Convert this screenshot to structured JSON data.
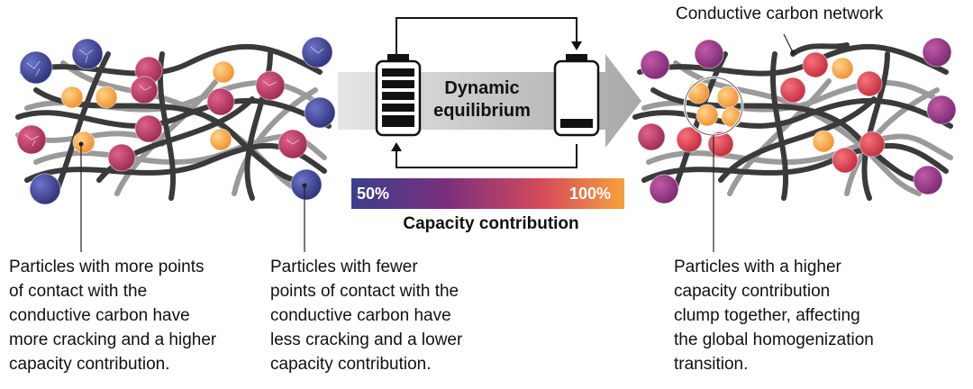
{
  "labels": {
    "network": "Conductive carbon network",
    "arrow": "Dynamic\nequilibrium",
    "colorbar_min": "50%",
    "colorbar_max": "100%",
    "colorbar_title": "Capacity contribution"
  },
  "captions": {
    "left": "Particles with more points\nof contact with the\nconductive carbon have\nmore cracking and a higher\ncapacity contribution.",
    "middle": "Particles with fewer\npoints of contact with the\nconductive carbon have\nless cracking and a lower\ncapacity contribution.",
    "right": "Particles with a higher\ncapacity contribution\nclump together, affecting\nthe global homogenization\ntransition."
  },
  "colors": {
    "low_capacity": "#3b3f8c",
    "mid_low": "#7a2f7d",
    "mid_high": "#c63a5e",
    "high_capacity": "#f6a13c",
    "carbon_dark": "#3a3a3a",
    "carbon_light": "#8c8c8c",
    "arrow_gray": "#b8b8b8"
  },
  "icons": [
    "battery-full-icon",
    "battery-low-icon",
    "cycle-arrow-icon"
  ]
}
